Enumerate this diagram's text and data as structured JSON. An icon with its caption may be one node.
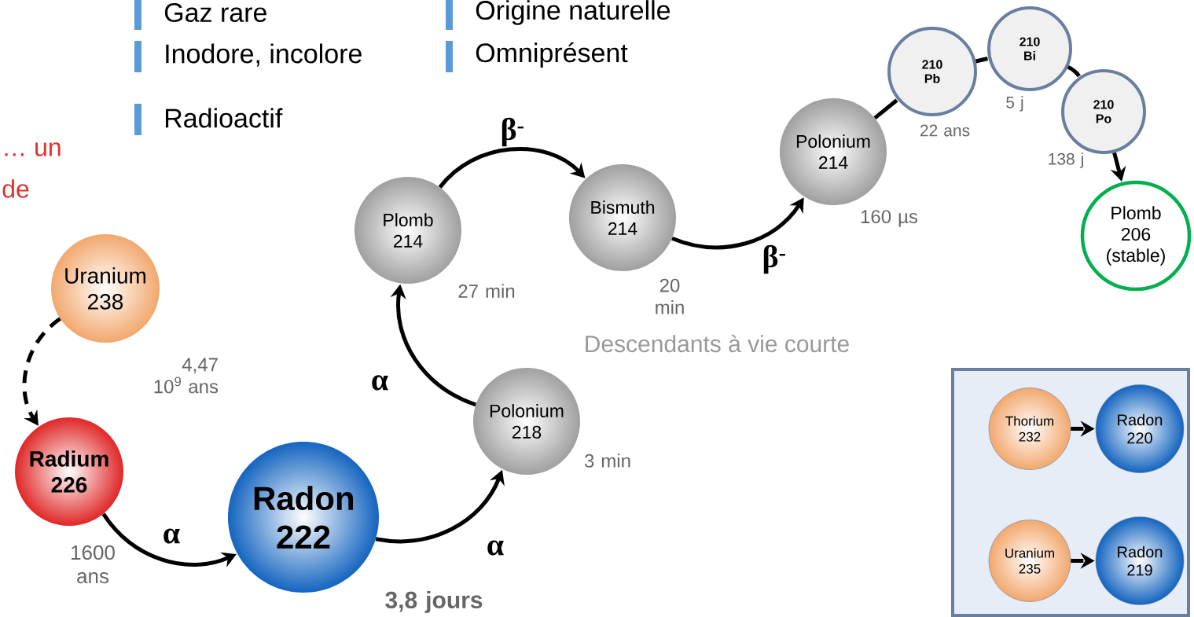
{
  "diagram": {
    "nodes": [
      {
        "text": [
          "Uranium 238"
        ],
        "beside": [
          "4,47 10$^{9}$ ans"
        ]
      },
      {
        "text": [
          "Radium 226"
        ],
        "beside": [
          "1600 ans"
        ]
      },
      {
        "text": [
          "Radon 222"
        ],
        "beside": [
          "3,8 jours"
        ]
      },
      {
        "text": [
          "Polonium 218"
        ],
        "beside": [
          "3 min"
        ]
      },
      {
        "text": [
          "Plomb 214"
        ],
        "beside": [
          "27 min"
        ]
      },
      {
        "text": [
          "Bismuth 214"
        ],
        "beside": [
          "20 min"
        ]
      },
      {
        "text": [
          "Polonium 214"
        ],
        "beside": [
          "160 µs"
        ]
      },
      {
        "text": [
          "210 Pb"
        ],
        "beside": [
          "22 ans"
        ]
      },
      {
        "text": [
          "210 Bi"
        ],
        "beside": [
          "5 j"
        ]
      },
      {
        "text": [
          "210 Po"
        ],
        "beside": [
          "138 j"
        ]
      },
      {
        "text": [
          "Plomb 206 (stable)"
        ]
      },
      {
        "text": [],
        "shape": "box"
      },
      {
        "text": [
          "Thorium 232"
        ],
        "in": 11
      },
      {
        "text": [
          "Radon 220"
        ],
        "in": 11
      },
      {
        "text": [
          "Uranium 235"
        ],
        "in": 11
      },
      {
        "text": [
          "Radon 219"
        ],
        "in": 11
      }
    ],
    "edges": [
      {
        "from": 0,
        "to": 1,
        "arrow": "to",
        "style": "dashed"
      },
      {
        "from": 1,
        "to": 2,
        "arrow": "to",
        "label": "α"
      },
      {
        "from": 2,
        "to": 3,
        "arrow": "to",
        "label": "α"
      },
      {
        "from": 3,
        "to": 4,
        "arrow": "to",
        "label": "α"
      },
      {
        "from": 4,
        "to": 5,
        "arrow": "to",
        "label": "β$^{-}$"
      },
      {
        "from": 5,
        "to": 6,
        "arrow": "to",
        "label": "β$^{-}$"
      },
      {
        "from": 6,
        "to": 7,
        "arrow": "none"
      },
      {
        "from": 7,
        "to": 8,
        "arrow": "none"
      },
      {
        "from": 8,
        "to": 9,
        "arrow": "none"
      },
      {
        "from": 9,
        "to": 10,
        "arrow": "to"
      },
      {
        "from": 12,
        "to": 13,
        "arrow": "to",
        "style": "dashed"
      },
      {
        "from": 14,
        "to": 15,
        "arrow": "to",
        "style": "dashed"
      }
    ],
    "labels": [
      "Gaz rare",
      "Origine naturelle",
      "Inodore, incolore",
      "Omniprésent",
      "Radioactif",
      "… un",
      "de",
      "Descendants à vie courte"
    ]
  }
}
